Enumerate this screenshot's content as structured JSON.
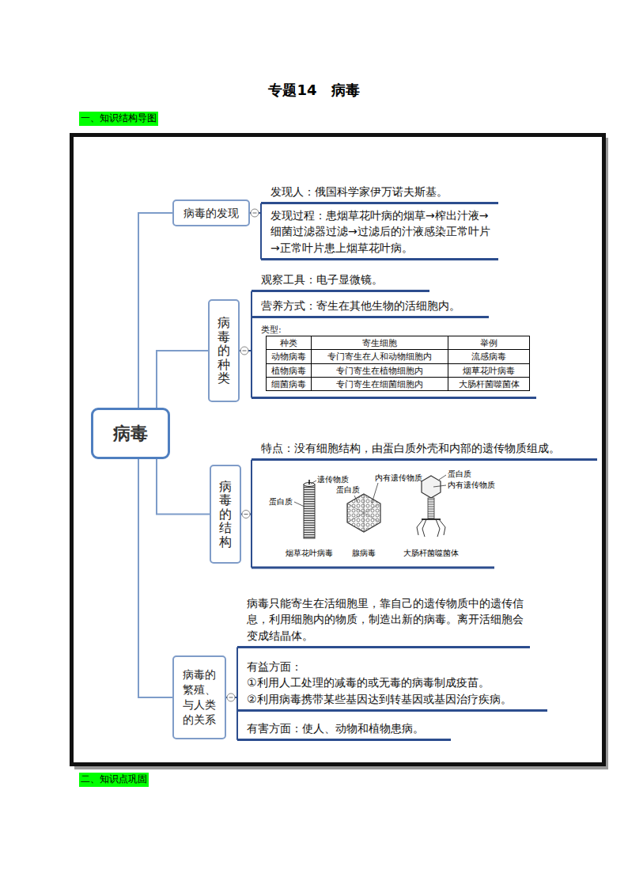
{
  "diagram": {
    "title": "专题14　病毒",
    "nodes": [
      {
        "text": [
          "病毒"
        ]
      },
      {
        "text": [
          "病毒的发现"
        ]
      },
      {
        "text": [
          "发现人：俄国科学家伊万诺夫斯基。"
        ]
      },
      {
        "text": [
          "发现过程：患烟草花叶病的烟草→榨出汁液→细菌过滤器过滤→过滤后的汁液感染正常叶片→正常叶片患上烟草花叶病。"
        ]
      },
      {
        "text": [
          "病毒的种类"
        ]
      },
      {
        "text": [
          "观察工具：电子显微镜。"
        ]
      },
      {
        "text": [
          "营养方式：寄生在其他生物的活细胞内。"
        ]
      },
      {
        "text": [
          "类型:"
        ]
      },
      {
        "text": [
          "病毒的结构"
        ]
      },
      {
        "text": [
          "特点：没有细胞结构，由蛋白质外壳和内部的遗传物质组成。"
        ]
      },
      {
        "text": [
          "病毒的繁殖、与人类的关系"
        ]
      },
      {
        "text": [
          "病毒只能寄生在活细胞里，靠自己的遗传物质中的遗传信息，利用细胞内的物质，制造出新的病毒。离开活细胞会变成结晶体。"
        ]
      },
      {
        "text": [
          "有益方面：",
          "①利用人工处理的减毒的或无毒的病毒制成疫苗。",
          "②利用病毒携带某些基因达到转基因或基因治疗疾病。"
        ]
      },
      {
        "text": [
          "有害方面：使人、动物和植物患病。"
        ]
      }
    ],
    "edges": [
      {
        "from": 0,
        "to": 1,
        "arrow": "none"
      },
      {
        "from": 1,
        "to": 2,
        "arrow": "none"
      },
      {
        "from": 1,
        "to": 3,
        "arrow": "none"
      },
      {
        "from": 0,
        "to": 4,
        "arrow": "none"
      },
      {
        "from": 4,
        "to": 5,
        "arrow": "none"
      },
      {
        "from": 4,
        "to": 6,
        "arrow": "none"
      },
      {
        "from": 4,
        "to": 7,
        "arrow": "none"
      },
      {
        "from": 0,
        "to": 8,
        "arrow": "none"
      },
      {
        "from": 8,
        "to": 9,
        "arrow": "none"
      },
      {
        "from": 0,
        "to": 10,
        "arrow": "none"
      },
      {
        "from": 10,
        "to": 11,
        "arrow": "none"
      },
      {
        "from": 10,
        "to": 12,
        "arrow": "none"
      },
      {
        "from": 10,
        "to": 13,
        "arrow": "none"
      }
    ],
    "labels": [
      "一、知识结构导图",
      "种类",
      "寄生细胞",
      "举例",
      "动物病毒",
      "专门寄生在人和动物细胞内",
      "流感病毒",
      "植物病毒",
      "专门寄生在植物细胞内",
      "烟草花叶病毒",
      "细菌病毒",
      "专门寄生在细菌细胞内",
      "大肠杆菌噬菌体",
      "遗传物质",
      "蛋白质",
      "烟草花叶病毒",
      "内有遗传物质",
      "蛋白质",
      "腺病毒",
      "蛋白质",
      "内有遗传物质",
      "大肠杆菌噬菌体",
      "二、知识点巩固"
    ]
  }
}
